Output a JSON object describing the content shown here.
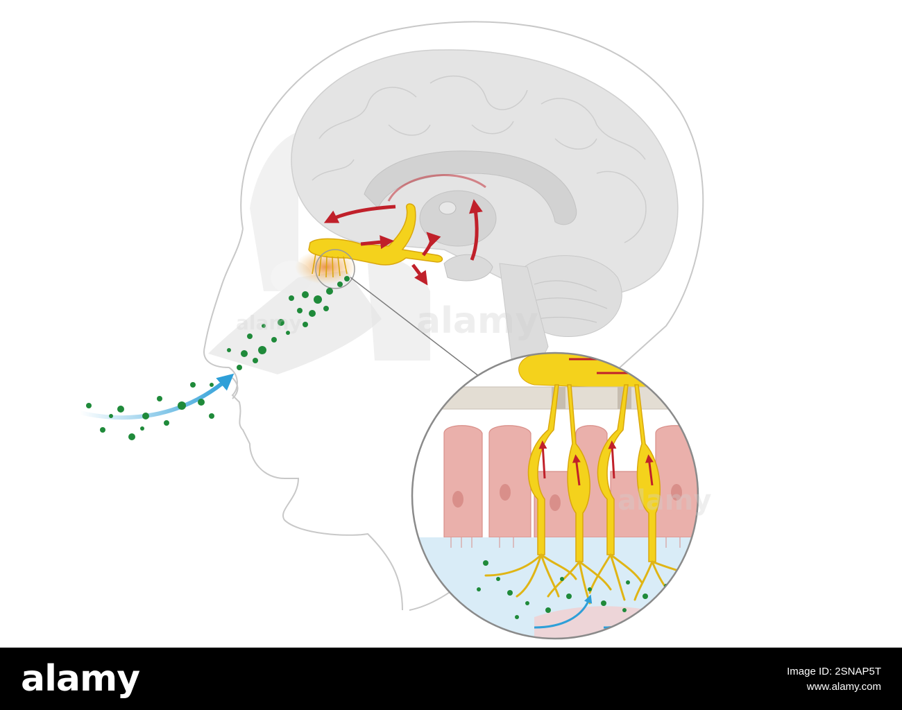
{
  "watermark": {
    "text": "alamy"
  },
  "footer": {
    "logo": "alamy",
    "image_id_line": "Image ID: 2SNAP5T",
    "url": "www.alamy.com"
  },
  "colors": {
    "skin_outline": "#bdbdbd",
    "brain": "#e0e0e0",
    "olfactory_yellow": "#f4d21c",
    "signal_arrow": "#c0202a",
    "airflow_arrow": "#2e9fd8",
    "odor_particle": "#1f8a3a",
    "epithelium_pink": "#eab0ab",
    "mucus_blue": "#d9ecf7"
  }
}
